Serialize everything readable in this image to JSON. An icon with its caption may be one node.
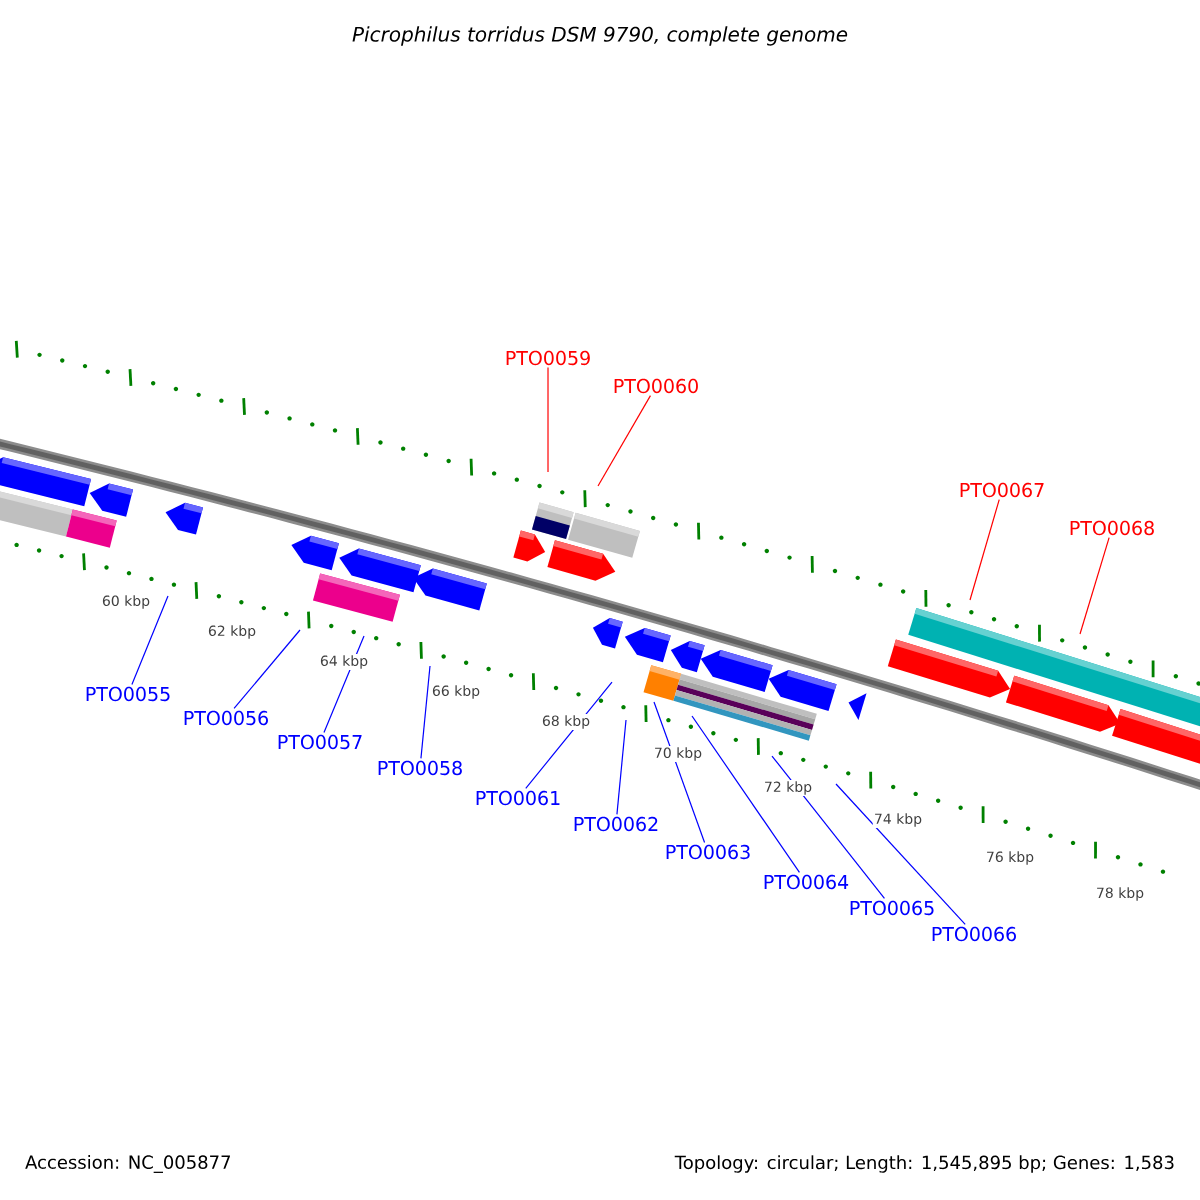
{
  "diagram": {
    "title": "Picrophilus torridus DSM 9790, complete genome",
    "nodes": [
      {
        "text": [
          "PTO0059"
        ]
      },
      {
        "text": [
          "PTO0060"
        ]
      },
      {
        "text": [
          "PTO0067"
        ]
      },
      {
        "text": [
          "PTO0068"
        ]
      },
      {
        "text": [
          "PTO0055"
        ]
      },
      {
        "text": [
          "PTO0056"
        ]
      },
      {
        "text": [
          "PTO0057"
        ]
      },
      {
        "text": [
          "PTO0058"
        ]
      },
      {
        "text": [
          "PTO0061"
        ]
      },
      {
        "text": [
          "PTO0062"
        ]
      },
      {
        "text": [
          "PTO0063"
        ]
      },
      {
        "text": [
          "PTO0064"
        ]
      },
      {
        "text": [
          "PTO0065"
        ]
      },
      {
        "text": [
          "PTO0066"
        ]
      }
    ],
    "edges": [
      {
        "from": 0,
        "to": null,
        "arrow": "none",
        "color": "#ff0000"
      },
      {
        "from": 1,
        "to": null,
        "arrow": "none",
        "color": "#ff0000"
      },
      {
        "from": 2,
        "to": null,
        "arrow": "none",
        "color": "#ff0000"
      },
      {
        "from": 3,
        "to": null,
        "arrow": "none",
        "color": "#ff0000"
      },
      {
        "from": 4,
        "to": null,
        "arrow": "none"
      },
      {
        "from": 5,
        "to": null,
        "arrow": "none"
      },
      {
        "from": 6,
        "to": null,
        "arrow": "none"
      },
      {
        "from": 7,
        "to": null,
        "arrow": "none"
      },
      {
        "from": 8,
        "to": null,
        "arrow": "none"
      },
      {
        "from": 9,
        "to": null,
        "arrow": "none"
      },
      {
        "from": 10,
        "to": null,
        "arrow": "none"
      },
      {
        "from": 11,
        "to": null,
        "arrow": "none"
      },
      {
        "from": 12,
        "to": null,
        "arrow": "none"
      },
      {
        "from": 13,
        "to": null,
        "arrow": "none"
      }
    ],
    "labels": [
      "60 kbp",
      "62 kbp",
      "64 kbp",
      "66 kbp",
      "68 kbp",
      "70 kbp",
      "72 kbp",
      "74 kbp",
      "76 kbp",
      "78 kbp",
      "Accession: NC_005877",
      "Topology: circular; Length: 1,545,895 bp; Genes: 1,583"
    ]
  }
}
